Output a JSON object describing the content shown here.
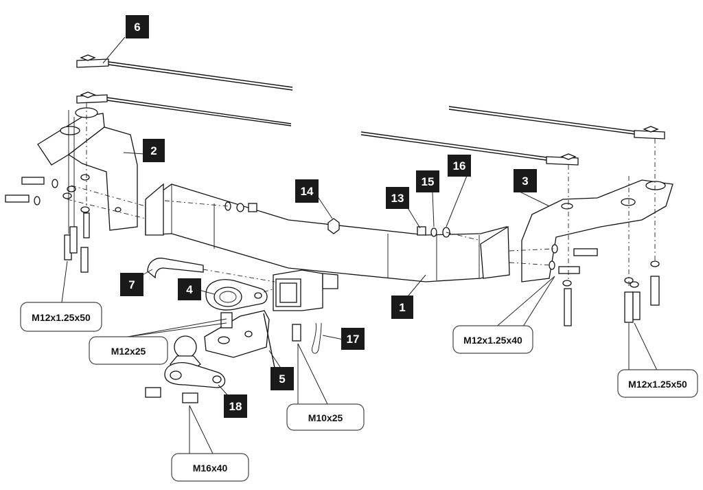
{
  "parts": [
    {
      "id": "part-1",
      "number": "1"
    },
    {
      "id": "part-2",
      "number": "2"
    },
    {
      "id": "part-3",
      "number": "3"
    },
    {
      "id": "part-4",
      "number": "4"
    },
    {
      "id": "part-5",
      "number": "5"
    },
    {
      "id": "part-6",
      "number": "6"
    },
    {
      "id": "part-7",
      "number": "7"
    },
    {
      "id": "part-13",
      "number": "13"
    },
    {
      "id": "part-14",
      "number": "14"
    },
    {
      "id": "part-15",
      "number": "15"
    },
    {
      "id": "part-16",
      "number": "16"
    },
    {
      "id": "part-17",
      "number": "17"
    },
    {
      "id": "part-18",
      "number": "18"
    }
  ],
  "bolts": [
    {
      "id": "bolt-left",
      "label": "M12x1.25x50"
    },
    {
      "id": "bolt-m12x25",
      "label": "M12x25"
    },
    {
      "id": "bolt-m10x25",
      "label": "M10x25"
    },
    {
      "id": "bolt-m16x40",
      "label": "M16x40"
    },
    {
      "id": "bolt-center-right",
      "label": "M12x1.25x40"
    },
    {
      "id": "bolt-right",
      "label": "M12x1.25x50"
    }
  ]
}
